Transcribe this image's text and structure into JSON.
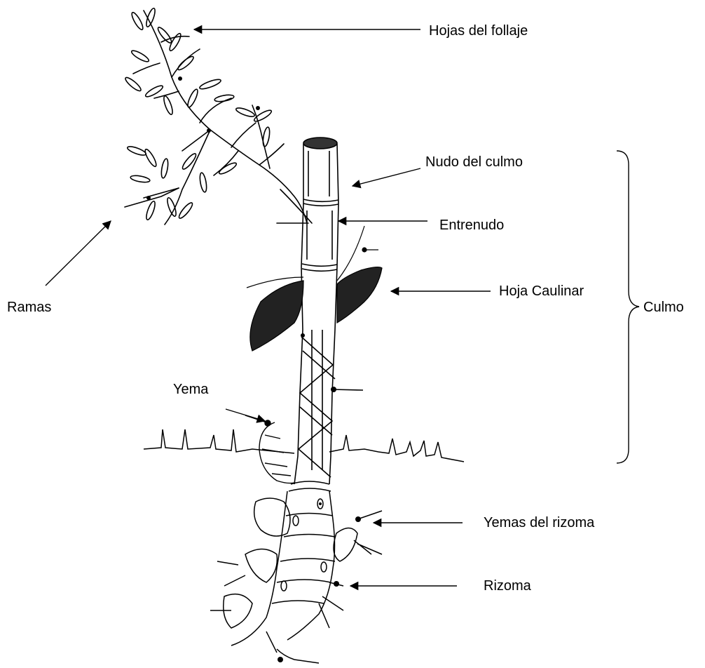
{
  "diagram": {
    "labels": {
      "hojas_follaje": "Hojas del follaje",
      "nudo_culmo": "Nudo del culmo",
      "entrenudo": "Entrenudo",
      "hoja_caulinar": "Hoja Caulinar",
      "culmo": "Culmo",
      "ramas": "Ramas",
      "yema": "Yema",
      "yemas_rizoma": "Yemas del rizoma",
      "rizoma": "Rizoma"
    },
    "colors": {
      "ink": "#000000",
      "background": "#ffffff"
    }
  }
}
